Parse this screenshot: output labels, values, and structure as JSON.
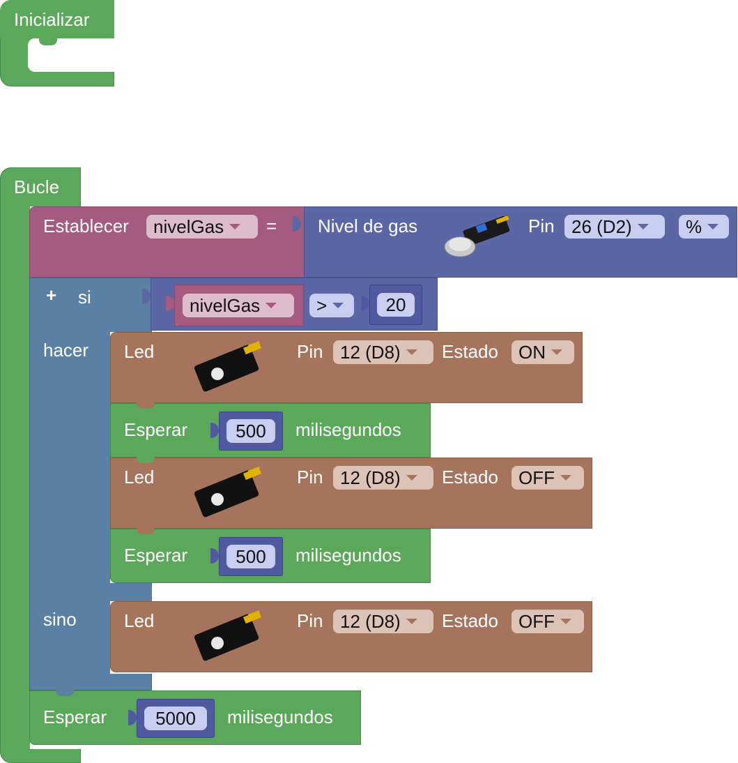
{
  "init_block": {
    "label": "Inicializar"
  },
  "loop_block": {
    "label": "Bucle"
  },
  "set_block": {
    "label": "Establecer",
    "variable": "nivelGas",
    "equals": "=",
    "sensor": {
      "label": "Nivel de gas",
      "pin_label": "Pin",
      "pin_value": "26 (D2)",
      "unit_value": "%",
      "image_icon": "gas-sensor-icon"
    }
  },
  "if_block": {
    "plus_label": "+",
    "si_label": "si",
    "hacer_label": "hacer",
    "sino_label": "sino",
    "condition": {
      "left": "nivelGas",
      "operator": ">",
      "right": "20"
    }
  },
  "do_steps": [
    {
      "type": "led",
      "label": "Led",
      "pin_label": "Pin",
      "pin": "12 (D8)",
      "state_label": "Estado",
      "state": "ON"
    },
    {
      "type": "wait",
      "label": "Esperar",
      "value": "500",
      "unit": "milisegundos"
    },
    {
      "type": "led",
      "label": "Led",
      "pin_label": "Pin",
      "pin": "12 (D8)",
      "state_label": "Estado",
      "state": "OFF"
    },
    {
      "type": "wait",
      "label": "Esperar",
      "value": "500",
      "unit": "milisegundos"
    }
  ],
  "else_steps": [
    {
      "type": "led",
      "label": "Led",
      "pin_label": "Pin",
      "pin": "12 (D8)",
      "state_label": "Estado",
      "state": "OFF"
    }
  ],
  "final_wait": {
    "label": "Esperar",
    "value": "5000",
    "unit": "milisegundos"
  },
  "colors": {
    "control": "#5ba85a",
    "logic": "#5b80a5",
    "actuator": "#a6745c",
    "variable": "#a55b80",
    "math": "#5b67a5"
  }
}
